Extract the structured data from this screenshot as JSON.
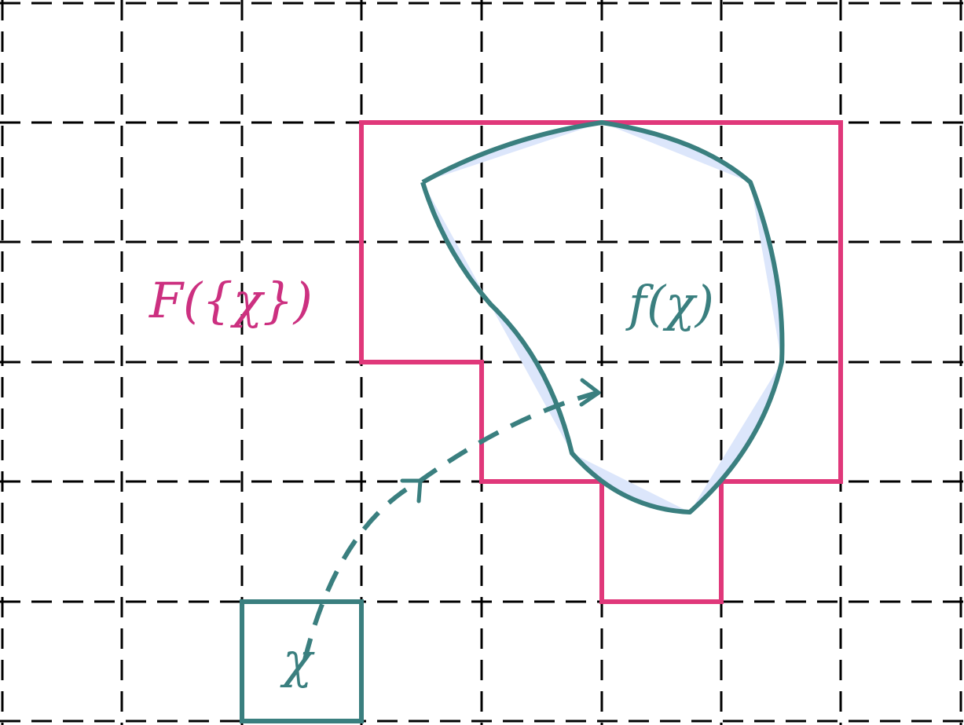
{
  "labels": {
    "outer_set": "F({χ})",
    "image": "f(χ)",
    "cell": "χ"
  },
  "colors": {
    "outer_set": "#e0387a",
    "image": "#3a7f7f",
    "image_fill": "#dce6fb",
    "grid": "#000000"
  }
}
